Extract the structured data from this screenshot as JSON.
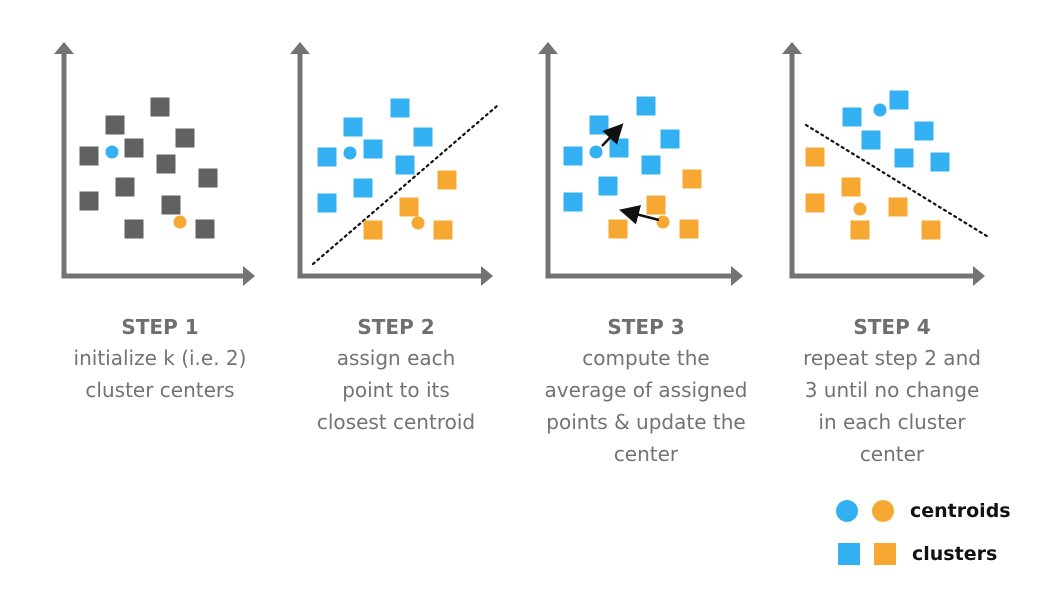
{
  "colors": {
    "axis": "#737373",
    "unassigned": "#616161",
    "blue": "#33b0f2",
    "orange": "#f7a833",
    "line": "#111111",
    "text": "#737373"
  },
  "steps": [
    {
      "title": "STEP 1",
      "lines": [
        "initialize k (i.e. 2)",
        "cluster centers"
      ]
    },
    {
      "title": "STEP 2",
      "lines": [
        "assign each",
        "point to its",
        "closest centroid"
      ]
    },
    {
      "title": "STEP 3",
      "lines": [
        "compute the",
        "average of assigned",
        "points & update the",
        "center"
      ]
    },
    {
      "title": "STEP 4",
      "lines": [
        "repeat step 2 and",
        "3 until no change",
        "in each cluster",
        "center"
      ]
    }
  ],
  "legend": {
    "centroids_label": "centroids",
    "clusters_label": "clusters",
    "centroid_icon": "circle",
    "cluster_icon": "square"
  }
}
